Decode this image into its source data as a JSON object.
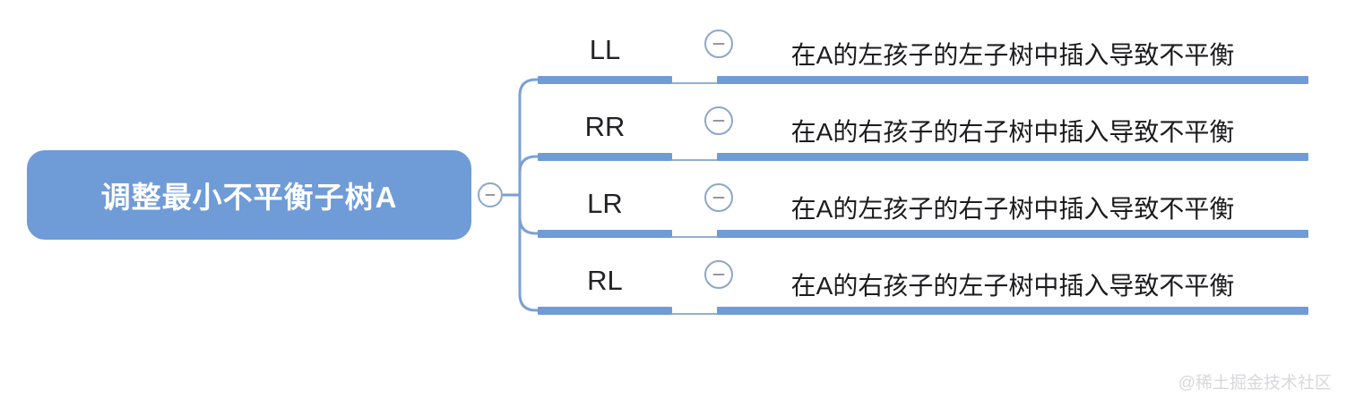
{
  "diagram": {
    "type": "mindmap",
    "background_color": "#ffffff",
    "accent_color": "#6f9bd7",
    "root": {
      "label": "调整最小不平衡子树A",
      "text_color": "#ffffff",
      "fill_color": "#6f9bd7",
      "toggle_icon": "minus-circle-icon"
    },
    "branches": [
      {
        "code": "LL",
        "description": "在A的左孩子的左子树中插入导致不平衡",
        "toggle_icon": "minus-circle-icon"
      },
      {
        "code": "RR",
        "description": "在A的右孩子的右子树中插入导致不平衡",
        "toggle_icon": "minus-circle-icon"
      },
      {
        "code": "LR",
        "description": "在A的左孩子的右子树中插入导致不平衡",
        "toggle_icon": "minus-circle-icon"
      },
      {
        "code": "RL",
        "description": "在A的右孩子的左子树中插入导致不平衡",
        "toggle_icon": "minus-circle-icon"
      }
    ]
  },
  "watermark": {
    "text": "@稀土掘金技术社区"
  }
}
